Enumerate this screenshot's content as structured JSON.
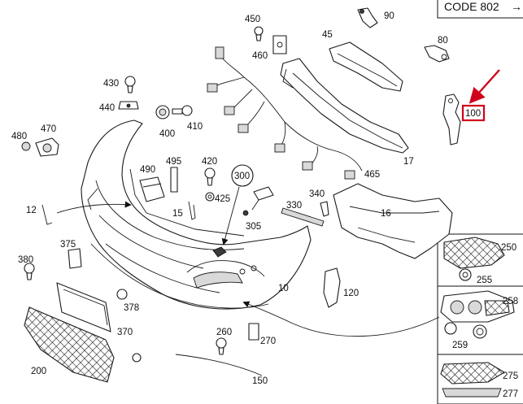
{
  "header": {
    "code_label": "CODE 802"
  },
  "highlight": {
    "color": "#d0021b",
    "label": "100"
  },
  "callouts": {
    "p450": "450",
    "p90": "90",
    "p45": "45",
    "p80": "80",
    "p460": "460",
    "p430": "430",
    "p440": "440",
    "p400": "400",
    "p410": "410",
    "p480": "480",
    "p470": "470",
    "p490": "490",
    "p495": "495",
    "p420": "420",
    "p425": "425",
    "p300": "300",
    "p305": "305",
    "p330": "330",
    "p340": "340",
    "p465": "465",
    "p17": "17",
    "p16": "16",
    "p12": "12",
    "p15": "15",
    "p375": "375",
    "p380": "380",
    "p378": "378",
    "p370": "370",
    "p260": "260",
    "p270": "270",
    "p10": "10",
    "p120": "120",
    "p200": "200",
    "p150": "150",
    "p250": "250",
    "p255": "255",
    "p258": "258",
    "p259": "259",
    "p275": "275",
    "p277": "277"
  }
}
